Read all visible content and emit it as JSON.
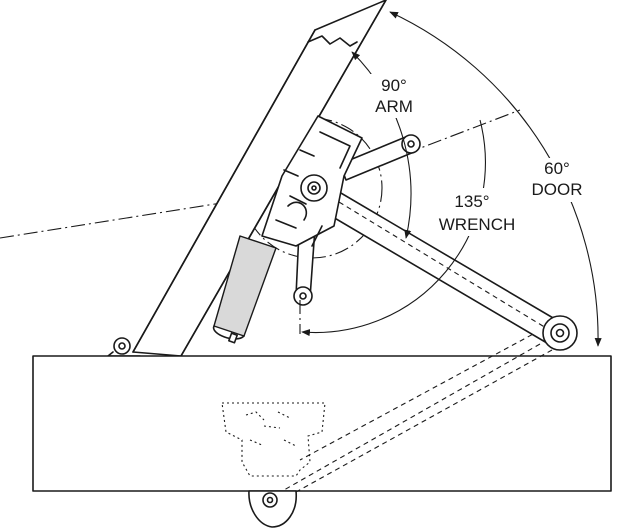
{
  "labels": {
    "arm_angle": "90°",
    "arm_text": "ARM",
    "wrench_angle": "135°",
    "wrench_text": "WRENCH",
    "door_angle": "60°",
    "door_text": "DOOR"
  }
}
